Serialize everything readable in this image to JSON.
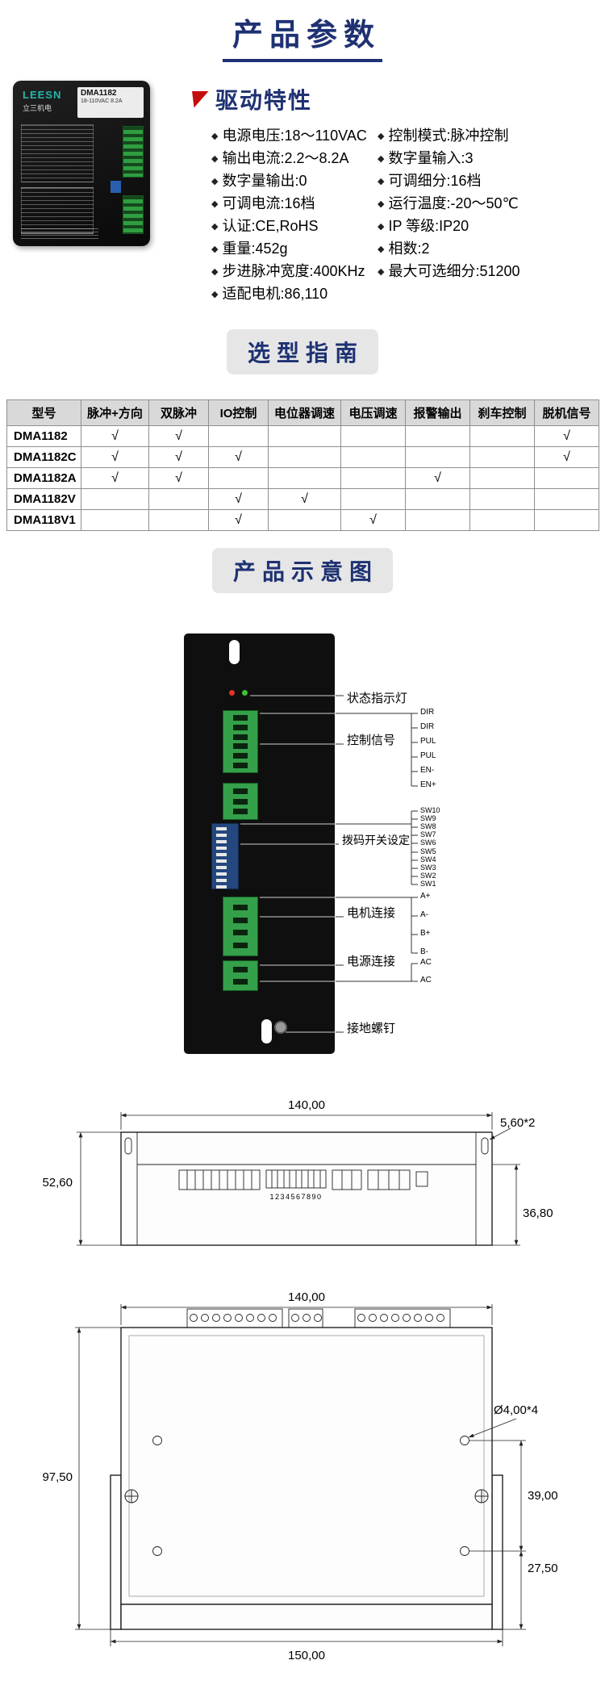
{
  "page": {
    "title": "产品参数",
    "selection_title": "选型指南",
    "schematic_title": "产品示意图"
  },
  "icons": {
    "bullet": "◆"
  },
  "product_photo": {
    "brand": "LEESN",
    "brand_cn": "立三机电",
    "model": "DMA1182",
    "label_line": "18-110VAC 8.2A"
  },
  "features": {
    "title": "驱动特性",
    "left": [
      "电源电压:18～110VAC",
      "输出电流:2.2～8.2A",
      "数字量输出:0",
      "可调电流:16档",
      "认证:CE,RoHS",
      "重量:452g",
      "步进脉冲宽度:400KHz",
      "适配电机:86,110"
    ],
    "right": [
      "控制模式:脉冲控制",
      "数字量输入:3",
      "可调细分:16档",
      "运行温度:-20～50℃",
      "IP 等级:IP20",
      "相数:2",
      "最大可选细分:51200"
    ]
  },
  "selection_table": {
    "headers": [
      "型号",
      "脉冲+方向",
      "双脉冲",
      "IO控制",
      "电位器调速",
      "电压调速",
      "报警输出",
      "刹车控制",
      "脱机信号"
    ],
    "rows": [
      {
        "model": "DMA1182",
        "cells": [
          "√",
          "√",
          "",
          "",
          "",
          "",
          "",
          "√"
        ]
      },
      {
        "model": "DMA1182C",
        "cells": [
          "√",
          "√",
          "√",
          "",
          "",
          "",
          "",
          "√"
        ]
      },
      {
        "model": "DMA1182A",
        "cells": [
          "√",
          "√",
          "",
          "",
          "",
          "√",
          "",
          ""
        ]
      },
      {
        "model": "DMA1182V",
        "cells": [
          "",
          "",
          "√",
          "√",
          "",
          "",
          "",
          ""
        ]
      },
      {
        "model": "DMA118V1",
        "cells": [
          "",
          "",
          "√",
          "",
          "√",
          "",
          "",
          ""
        ]
      }
    ]
  },
  "schematic": {
    "labels": {
      "status_led": "状态指示灯",
      "control_signal": "控制信号",
      "dip_switch": "拨码开关设定",
      "motor": "电机连接",
      "power": "电源连接",
      "ground": "接地螺钉"
    },
    "control_pins": [
      "DIR",
      "DIR",
      "PUL",
      "PUL",
      "EN-",
      "EN+"
    ],
    "dip_pins": [
      "SW10",
      "SW9",
      "SW8",
      "SW7",
      "SW6",
      "SW5",
      "SW4",
      "SW3",
      "SW2",
      "SW1"
    ],
    "motor_pins": [
      "A+",
      "A-",
      "B+",
      "B-"
    ],
    "power_pins": [
      "AC",
      "AC"
    ]
  },
  "dimensions": {
    "top_view": {
      "width": "140,00",
      "ear_slot": "5,60*2",
      "height_total": "52,60",
      "height_body": "36,80",
      "dip_numbers": "1234567890"
    },
    "front_view": {
      "width": "140,00",
      "hole": "Ø4,00*4",
      "height_total": "97,50",
      "hole_spacing": "39,00",
      "bottom_offset": "27,50",
      "base_width": "150,00"
    }
  }
}
